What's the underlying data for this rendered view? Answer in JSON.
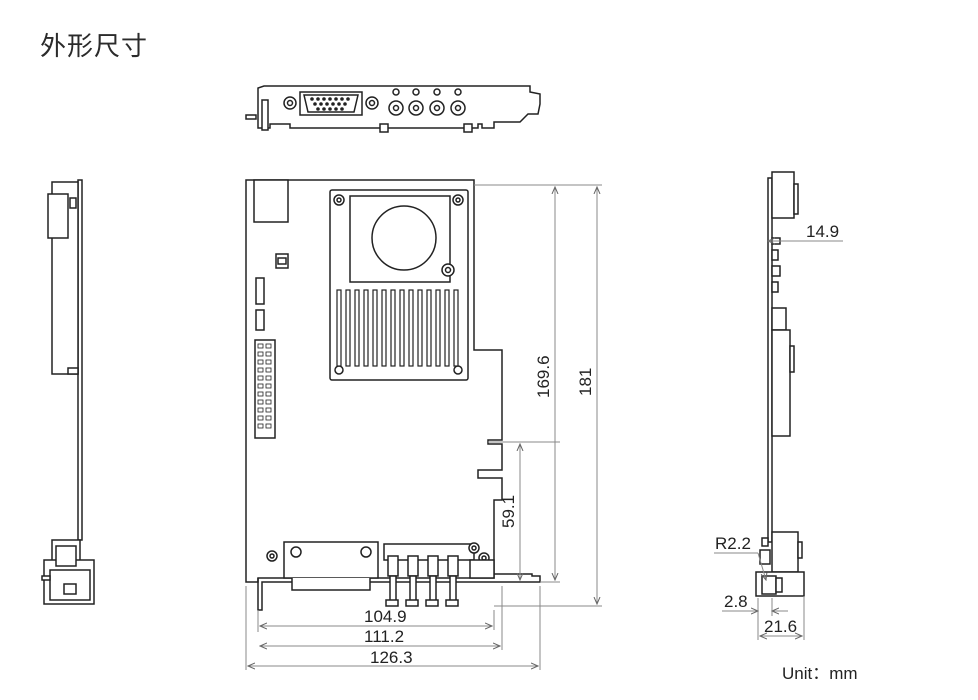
{
  "title": "外形尺寸",
  "unit_label": "Unit：mm",
  "dimensions": {
    "width_pcb": "104.9",
    "width_bracket_span": "111.2",
    "width_overall": "126.3",
    "height_board": "169.6",
    "height_overall": "181",
    "height_notch": "59.1",
    "side_thickness": "14.9",
    "side_radius": "R2.2",
    "side_offset": "2.8",
    "side_depth": "21.6"
  },
  "colors": {
    "line": "#222222",
    "dim_line": "#888888",
    "fill_light": "#ffffff",
    "fill_mid": "#d9d9d9"
  }
}
